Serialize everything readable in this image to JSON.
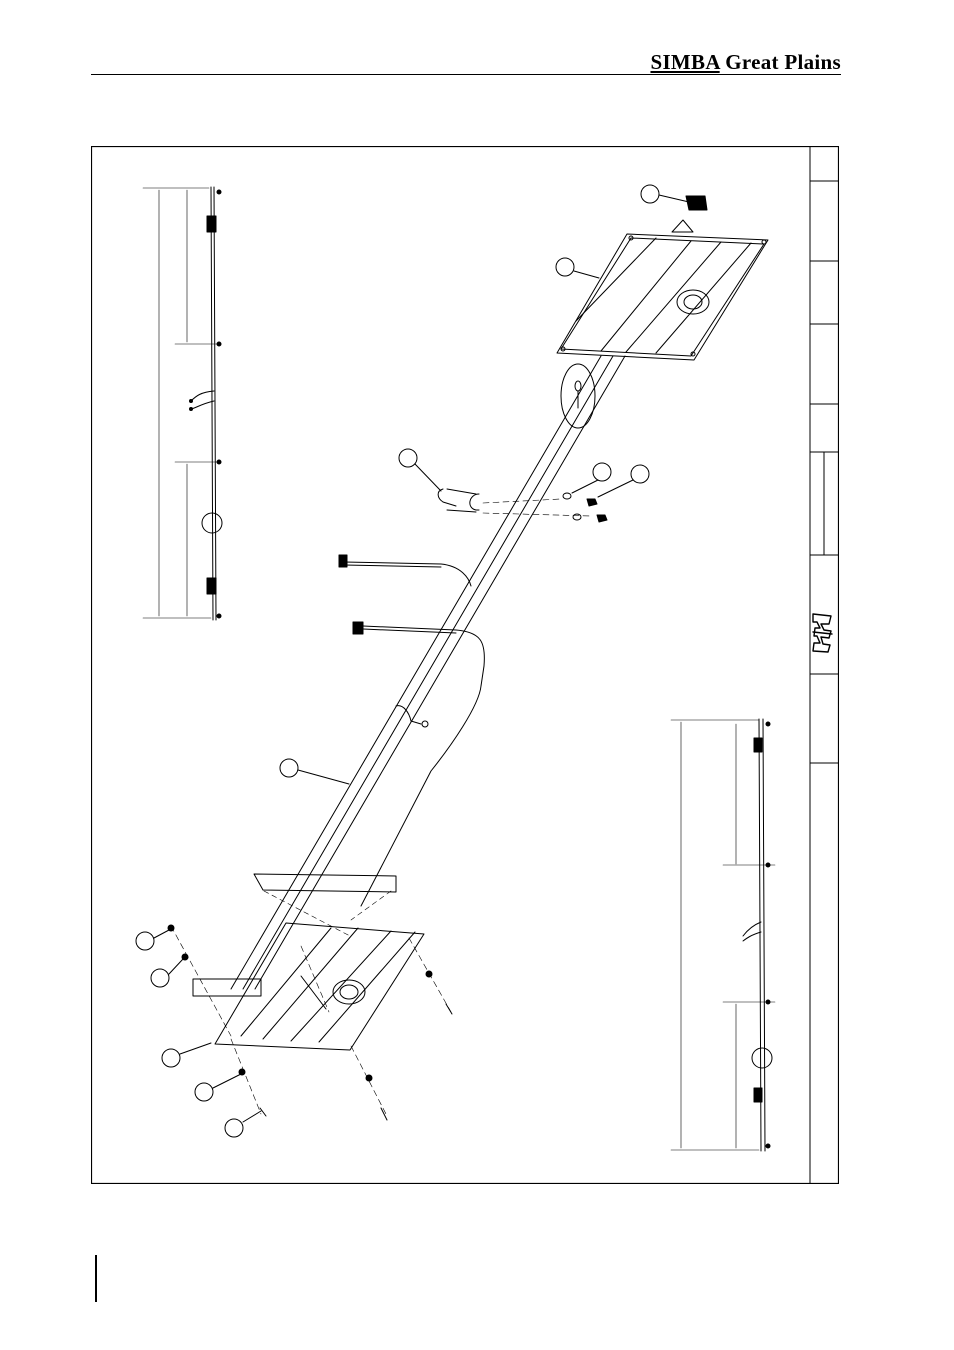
{
  "header": {
    "brand": "SIMBA",
    "title_rest": " Great Plains"
  },
  "drawing": {
    "callouts": [
      "",
      "",
      "",
      "",
      "",
      "",
      "",
      "",
      "",
      "",
      "",
      ""
    ],
    "title_block_cells": 9,
    "line_color": "#000000"
  }
}
